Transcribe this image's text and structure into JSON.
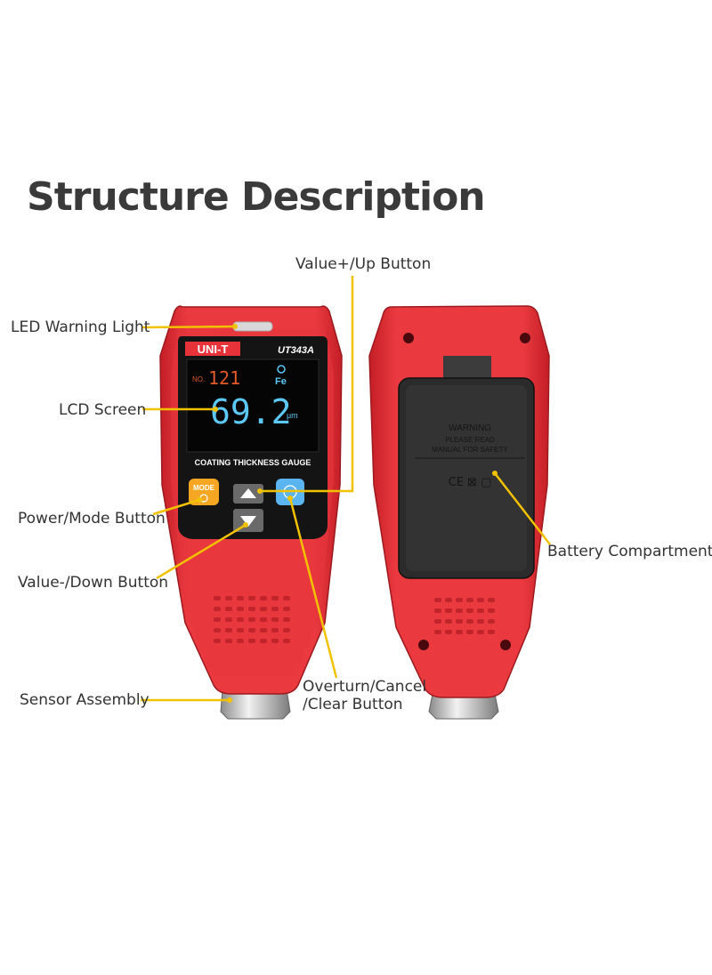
{
  "title": "Structure Description",
  "labels": {
    "value_up": "Value+/Up Button",
    "led": "LED Warning Light",
    "lcd": "LCD Screen",
    "power_mode": "Power/Mode Button",
    "value_down": "Value-/Down Button",
    "sensor": "Sensor Assembly",
    "overturn_1": "Overturn/Cancel",
    "overturn_2": "/Clear Button",
    "battery": "Battery Compartment"
  },
  "device": {
    "brand": "UNI-T",
    "model": "UT343A",
    "lcd_no_label": "NO.",
    "lcd_no_value": "121",
    "lcd_material": "Fe",
    "lcd_reading": "69.2",
    "lcd_unit": "μm",
    "device_name": "COATING THICKNESS GAUGE",
    "mode_button": "MODE"
  },
  "back": {
    "warning_title": "WARNING",
    "warning_line1": "PLEASE READ",
    "warning_line2": "MANUAL FOR SAFETY",
    "marks": "CE ⊠ ▢"
  },
  "colors": {
    "body_red": "#e8323a",
    "leader_yellow": "#f2c200",
    "screen_black": "#141414",
    "lcd_blue": "#5bc8f5",
    "mode_orange": "#f5a623"
  }
}
